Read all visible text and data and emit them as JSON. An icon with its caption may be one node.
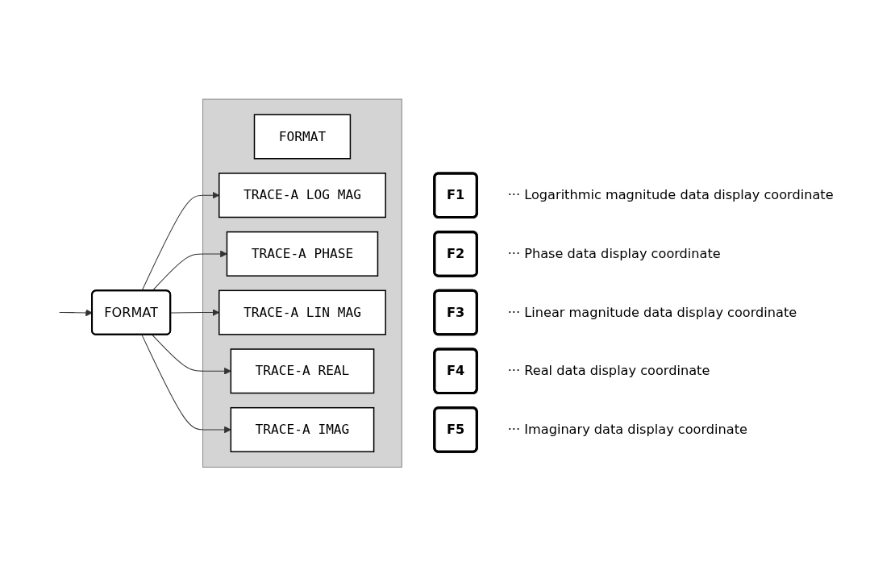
{
  "diagram": {
    "nodes": [
      {
        "text": [
          "FORMAT"
        ]
      },
      {
        "text": [],
        "shape": "box"
      },
      {
        "text": [
          "FORMAT"
        ],
        "in": 1
      },
      {
        "text": [
          "TRACE-A LOG MAG"
        ],
        "in": 1
      },
      {
        "text": [
          "TRACE-A PHASE"
        ],
        "in": 1
      },
      {
        "text": [
          "TRACE-A LIN MAG"
        ],
        "in": 1
      },
      {
        "text": [
          "TRACE-A REAL"
        ],
        "in": 1
      },
      {
        "text": [
          "TRACE-A IMAG"
        ],
        "in": 1
      },
      {
        "text": [
          "F1"
        ],
        "beside": [
          "··· Logarithmic magnitude data display coordinate"
        ]
      },
      {
        "text": [
          "F2"
        ],
        "beside": [
          "··· Phase data display coordinate"
        ]
      },
      {
        "text": [
          "F3"
        ],
        "beside": [
          "··· Linear magnitude data display coordinate"
        ]
      },
      {
        "text": [
          "F4"
        ],
        "beside": [
          "··· Real data display coordinate"
        ]
      },
      {
        "text": [
          "F5"
        ],
        "beside": [
          "··· Imaginary data display coordinate"
        ]
      }
    ],
    "edges": [
      {
        "from": null,
        "to": 0,
        "arrow": "to"
      },
      {
        "from": 0,
        "to": 3,
        "arrow": "to"
      },
      {
        "from": 0,
        "to": 4,
        "arrow": "to"
      },
      {
        "from": 0,
        "to": 5,
        "arrow": "to"
      },
      {
        "from": 0,
        "to": 6,
        "arrow": "to"
      },
      {
        "from": 0,
        "to": 7,
        "arrow": "to"
      }
    ]
  }
}
